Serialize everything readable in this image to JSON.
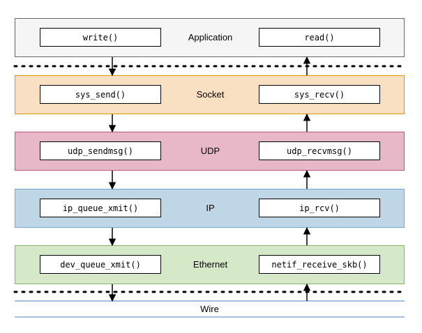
{
  "layers": [
    {
      "name": "Application",
      "send": "write()",
      "recv": "read()",
      "fill": "#f5f5f5",
      "stroke": "#666666"
    },
    {
      "name": "Socket",
      "send": "sys_send()",
      "recv": "sys_recv()",
      "fill": "#fae0c2",
      "stroke": "#d79b00"
    },
    {
      "name": "UDP",
      "send": "udp_sendmsg()",
      "recv": "udp_recvmsg()",
      "fill": "#e6b8c8",
      "stroke": "#b85480"
    },
    {
      "name": "IP",
      "send": "ip_queue_xmit()",
      "recv": "ip_rcv()",
      "fill": "#bfd6e6",
      "stroke": "#7fa3c4"
    },
    {
      "name": "Ethernet",
      "send": "dev_queue_xmit()",
      "recv": "netif_receive_skb()",
      "fill": "#d5e8c8",
      "stroke": "#82b366"
    }
  ],
  "wire": {
    "label": "Wire",
    "line_color": "#4a7fc0"
  }
}
